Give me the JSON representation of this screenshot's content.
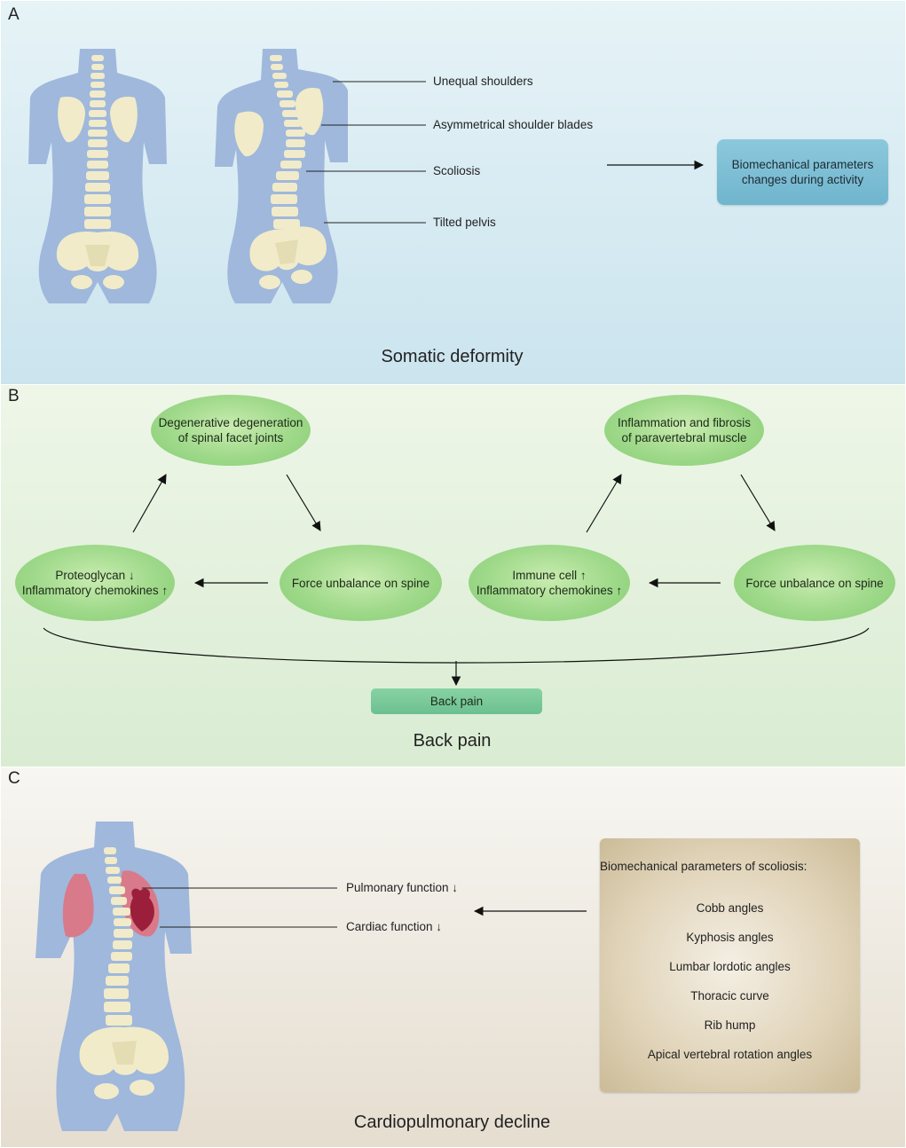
{
  "panel_a": {
    "letter": "A",
    "title": "Somatic deformity",
    "labels": [
      "Unequal shoulders",
      "Asymmetrical shoulder blades",
      "Scoliosis",
      "Tilted pelvis"
    ],
    "box": [
      "Biomechanical parameters",
      "changes during activity"
    ]
  },
  "panel_b": {
    "letter": "B",
    "title": "Back pain",
    "left_cycle": {
      "top": [
        "Degenerative degeneration",
        "of spinal facet joints"
      ],
      "left": [
        "Proteoglycan ↓",
        "Inflammatory chemokines ↑"
      ],
      "right": "Force unbalance on spine"
    },
    "right_cycle": {
      "top": [
        "Inflammation and fibrosis",
        "of paravertebral muscle"
      ],
      "left": [
        "Immune cell ↑",
        "Inflammatory chemokines ↑"
      ],
      "right": "Force unbalance on spine"
    },
    "result": "Back pain"
  },
  "panel_c": {
    "letter": "C",
    "title": "Cardiopulmonary decline",
    "labels": [
      "Pulmonary function ↓",
      "Cardiac function ↓"
    ],
    "params_title": "Biomechanical parameters of scoliosis:",
    "params": [
      "Cobb angles",
      "Kyphosis angles",
      "Lumbar lordotic angles",
      "Thoracic curve",
      "Rib hump",
      "Apical vertebral rotation angles"
    ]
  },
  "colors": {
    "body": "#9fb8dc",
    "bone": "#f1ebc9",
    "lung": "#d97a8a",
    "heart": "#9b1f3a"
  }
}
